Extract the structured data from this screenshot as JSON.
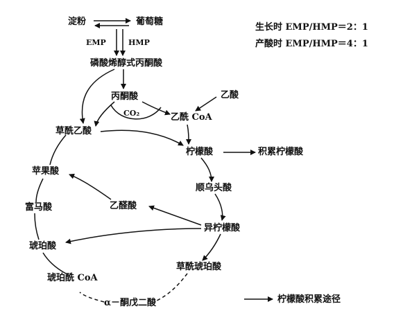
{
  "nodes": {
    "starch": "淀粉",
    "glucose": "葡萄糖",
    "emp": "EMP",
    "hmp": "HMP",
    "pep": "磷酸烯醇式丙酮酸",
    "pyruvate": "丙酮酸",
    "co2": "CO₂",
    "acetic_acid": "乙酸",
    "acetyl_coa": "乙酰 CoA",
    "oxaloacetate": "草酰乙酸",
    "citrate": "柠檬酸",
    "citrate_accumulation": "积累柠檬酸",
    "cis_aconitate": "顺乌头酸",
    "malate": "苹果酸",
    "glyoxylate": "乙醛酸",
    "fumarate": "富马酸",
    "isocitrate": "异柠檬酸",
    "succinate": "琥珀酸",
    "oxalosuccinate": "草酰琥珀酸",
    "succinyl_coa": "琥珀酰 CoA",
    "alpha_ketoglutarate": "α－酮戊二酸"
  },
  "ratios": {
    "growth": "生长时 EMP/HMP＝2：1",
    "acid_production": "产酸时 EMP/HMP＝4：1"
  },
  "legend": {
    "label": "柠檬酸积累途径"
  }
}
